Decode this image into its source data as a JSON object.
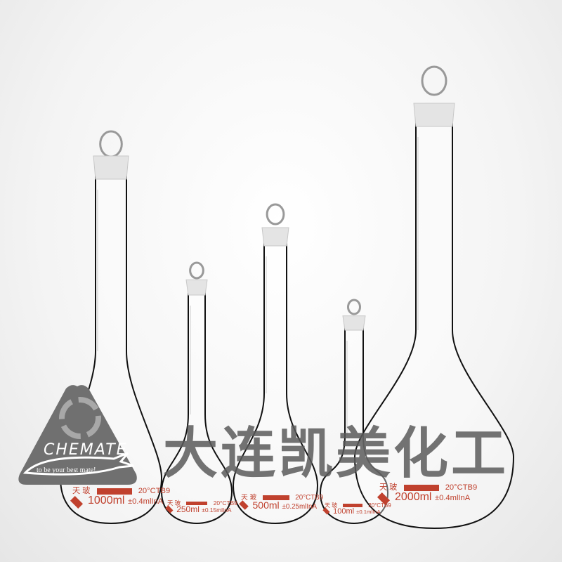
{
  "watermark": "大连凯美化工",
  "logo": {
    "name": "CHEMATE",
    "slogan": "to be your best mate!"
  },
  "colors": {
    "label": "#c0412e",
    "glass": "#111111",
    "stopper": "#e4e4e4"
  },
  "flasks": [
    {
      "brand": "天 玻",
      "temp": "20°CTB9",
      "capacity": "1000ml",
      "tolerance": "±0.4mlInA"
    },
    {
      "brand": "天 玻",
      "temp": "20°CTB9",
      "capacity": "250ml",
      "tolerance": "±0.15mlInA"
    },
    {
      "brand": "天 玻",
      "temp": "20°CTB9",
      "capacity": "500ml",
      "tolerance": "±0.25mlInA"
    },
    {
      "brand": "天 玻",
      "temp": "20°CTB9",
      "capacity": "100ml",
      "tolerance": "±0.1mlInA"
    },
    {
      "brand": "天 玻",
      "temp": "20°CTB9",
      "capacity": "2000ml",
      "tolerance": "±0.4mlInA"
    }
  ]
}
